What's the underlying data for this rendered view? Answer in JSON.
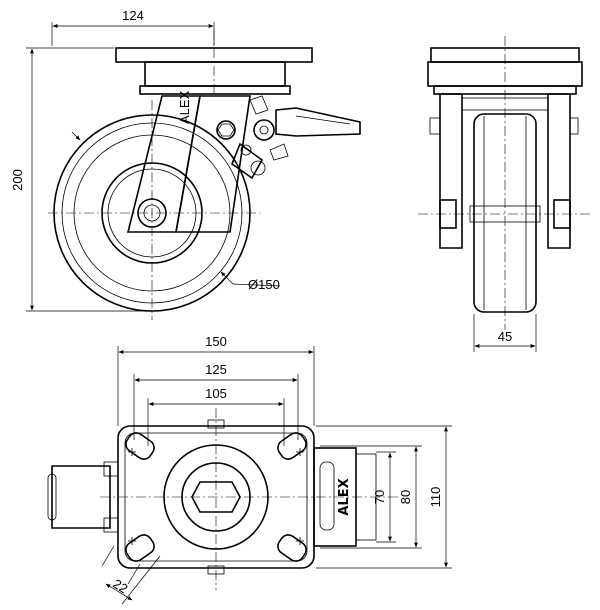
{
  "side_view": {
    "dim_width": "124",
    "dim_height": "200",
    "dim_diameter": "Ø150"
  },
  "front_view": {
    "dim_wheel_width": "45"
  },
  "plate_view": {
    "dim_overall": "150",
    "dim_hole_outer": "125",
    "dim_hole_inner": "105",
    "dim_slot_70": "70",
    "dim_slot_80": "80",
    "dim_plate": "110",
    "dim_slot_diag": "22",
    "brand_text": "ALEX"
  }
}
